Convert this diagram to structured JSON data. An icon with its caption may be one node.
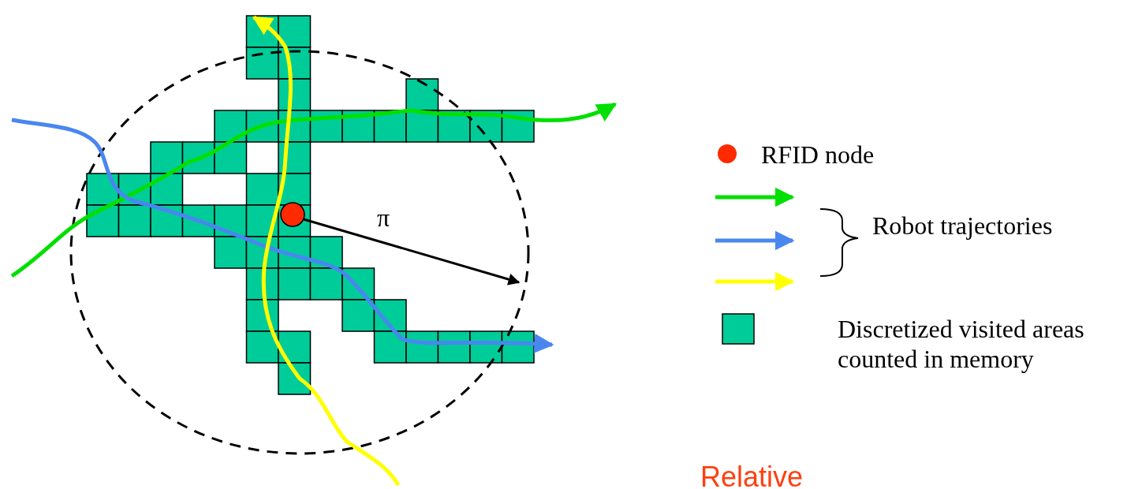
{
  "diagram": {
    "labels": [
      "π",
      "Robot trajectories",
      "Relative"
    ],
    "legend": [
      {
        "text": "RFID node",
        "color": "#ff2a00"
      },
      {
        "text": "Discretized visited areas counted in memory",
        "color": "#00cc99"
      }
    ]
  }
}
